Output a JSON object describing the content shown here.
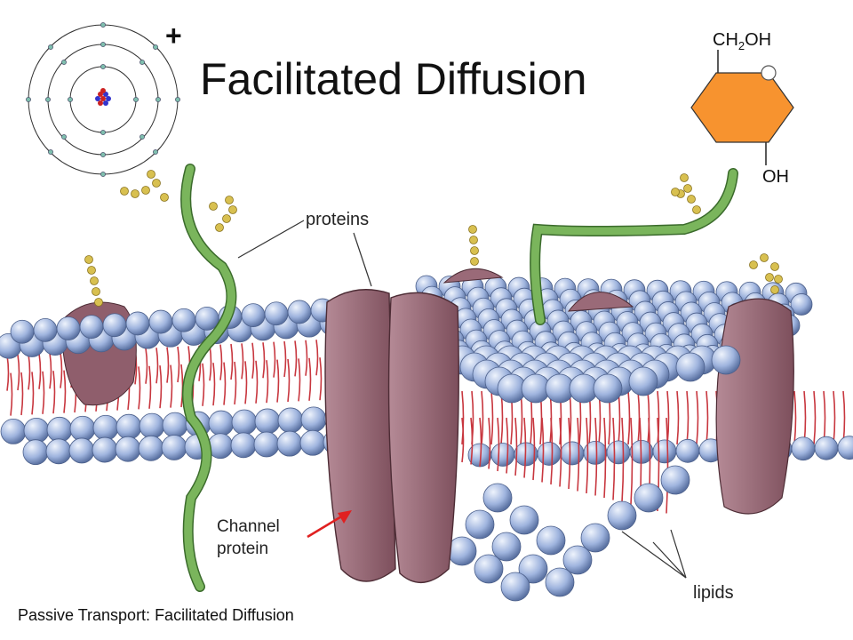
{
  "title": "Facilitated Diffusion",
  "atom_charge": "+",
  "glucose": {
    "top_group": "CH",
    "top_sub": "2",
    "top_rest": "OH",
    "bottom_group": "OH"
  },
  "labels": {
    "proteins": "proteins",
    "lipids": "lipids",
    "channel_line1": "Channel",
    "channel_line2": "protein"
  },
  "caption": "Passive Transport:  Facilitated Diffusion",
  "colors": {
    "lipid_head": "#9fb4de",
    "lipid_tail": "#c8373f",
    "protein": "#9a6a78",
    "glycoprotein": "#7ab55c",
    "sugar": "#d8c050",
    "glucose": "#f7932f",
    "arrow": "#e02020"
  }
}
